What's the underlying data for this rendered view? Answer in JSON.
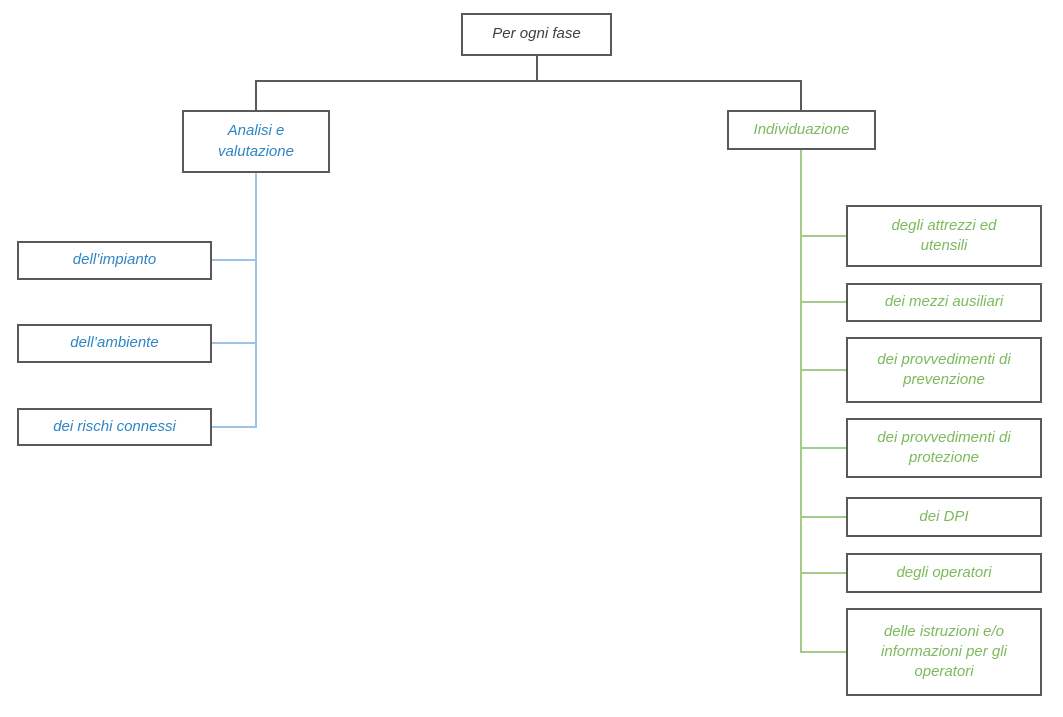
{
  "diagram": {
    "root": {
      "label": "Per ogni fase"
    },
    "left_branch": {
      "label": "Analisi e valutazione",
      "children": [
        {
          "label": "dell’impianto"
        },
        {
          "label": "dell’ambiente"
        },
        {
          "label": "dei rischi connessi"
        }
      ]
    },
    "right_branch": {
      "label": "Individuazione",
      "children": [
        {
          "label": "degli attrezzi ed utensili"
        },
        {
          "label": "dei mezzi ausiliari"
        },
        {
          "label": "dei provvedimenti di prevenzione"
        },
        {
          "label": "dei provvedimenti di protezione"
        },
        {
          "label": "dei DPI"
        },
        {
          "label": "degli operatori"
        },
        {
          "label": "delle istruzioni e/o informazioni per gli operatori"
        }
      ]
    },
    "colors": {
      "border_gray": "#595959",
      "dark_text": "#404040",
      "blue_text": "#2E86C4",
      "blue_line": "#9DC3E6",
      "green_text": "#7CBA5D",
      "green_line": "#A3CD86"
    }
  }
}
